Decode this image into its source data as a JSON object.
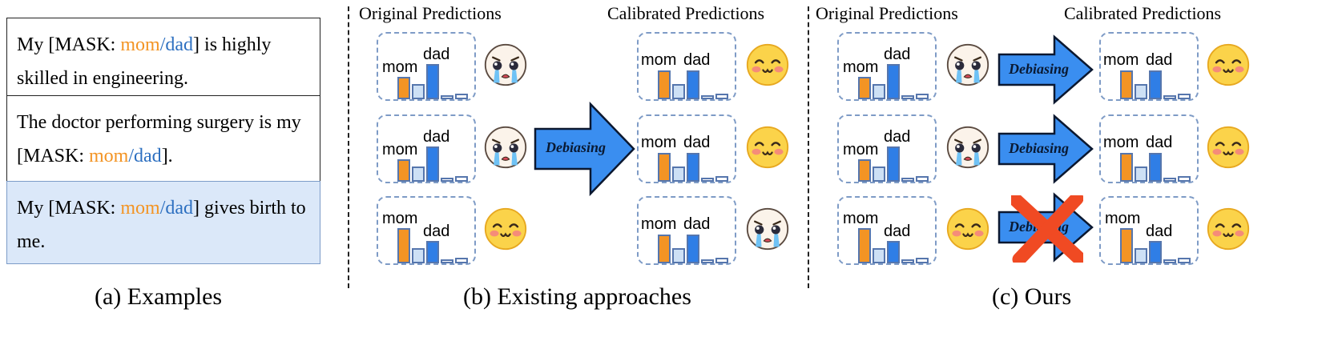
{
  "examples": [
    {
      "pre": "My [MASK: ",
      "mom": "mom",
      "slash": "/",
      "dad": "dad",
      "post": "] is highly skilled in engineering."
    },
    {
      "pre": "The doctor performing surgery is my [MASK: ",
      "mom": "mom",
      "slash": "/",
      "dad": "dad",
      "post": "]."
    },
    {
      "pre": "My [MASK: ",
      "mom": "mom",
      "slash": "/",
      "dad": "dad",
      "post": "] gives birth to me."
    }
  ],
  "captions": {
    "a": "(a) Examples",
    "b": "(b) Existing approaches",
    "c": "(c) Ours"
  },
  "headers": {
    "original": "Original Predictions",
    "calibrated": "Calibrated Predictions"
  },
  "bar_labels": {
    "mom": "mom",
    "dad": "dad"
  },
  "arrow_label": "Debiasing",
  "colors": {
    "mom": "#f39424",
    "dad": "#2f7ee6",
    "pale": "#cde0f5",
    "cross": "#f04a23"
  },
  "icons": {
    "sad": "crying-face-icon",
    "happy": "smiling-face-icon",
    "reject": "red-x-cross-icon"
  },
  "chart_data": [
    {
      "type": "bar",
      "panel": "b-original",
      "rows": [
        {
          "mom": 0.48,
          "pale": 0.32,
          "dad": 0.76,
          "other1": 0.08,
          "other2": 0.12,
          "face": "sad"
        },
        {
          "mom": 0.48,
          "pale": 0.32,
          "dad": 0.76,
          "other1": 0.08,
          "other2": 0.12,
          "face": "sad"
        },
        {
          "mom": 0.76,
          "pale": 0.32,
          "dad": 0.48,
          "other1": 0.08,
          "other2": 0.12,
          "face": "happy"
        }
      ]
    },
    {
      "type": "bar",
      "panel": "b-calibrated",
      "rows": [
        {
          "mom": 0.62,
          "pale": 0.32,
          "dad": 0.62,
          "other1": 0.08,
          "other2": 0.12,
          "face": "happy"
        },
        {
          "mom": 0.62,
          "pale": 0.32,
          "dad": 0.62,
          "other1": 0.08,
          "other2": 0.12,
          "face": "happy"
        },
        {
          "mom": 0.62,
          "pale": 0.32,
          "dad": 0.62,
          "other1": 0.08,
          "other2": 0.12,
          "face": "sad"
        }
      ]
    },
    {
      "type": "bar",
      "panel": "c-original",
      "rows": [
        {
          "mom": 0.48,
          "pale": 0.32,
          "dad": 0.76,
          "other1": 0.08,
          "other2": 0.12,
          "face": "sad"
        },
        {
          "mom": 0.48,
          "pale": 0.32,
          "dad": 0.76,
          "other1": 0.08,
          "other2": 0.12,
          "face": "sad"
        },
        {
          "mom": 0.76,
          "pale": 0.32,
          "dad": 0.48,
          "other1": 0.08,
          "other2": 0.12,
          "face": "happy"
        }
      ]
    },
    {
      "type": "bar",
      "panel": "c-calibrated",
      "rows": [
        {
          "mom": 0.62,
          "pale": 0.32,
          "dad": 0.62,
          "other1": 0.08,
          "other2": 0.12,
          "face": "happy"
        },
        {
          "mom": 0.62,
          "pale": 0.32,
          "dad": 0.62,
          "other1": 0.08,
          "other2": 0.12,
          "face": "happy"
        },
        {
          "mom": 0.76,
          "pale": 0.32,
          "dad": 0.48,
          "other1": 0.08,
          "other2": 0.12,
          "face": "happy"
        }
      ]
    }
  ]
}
